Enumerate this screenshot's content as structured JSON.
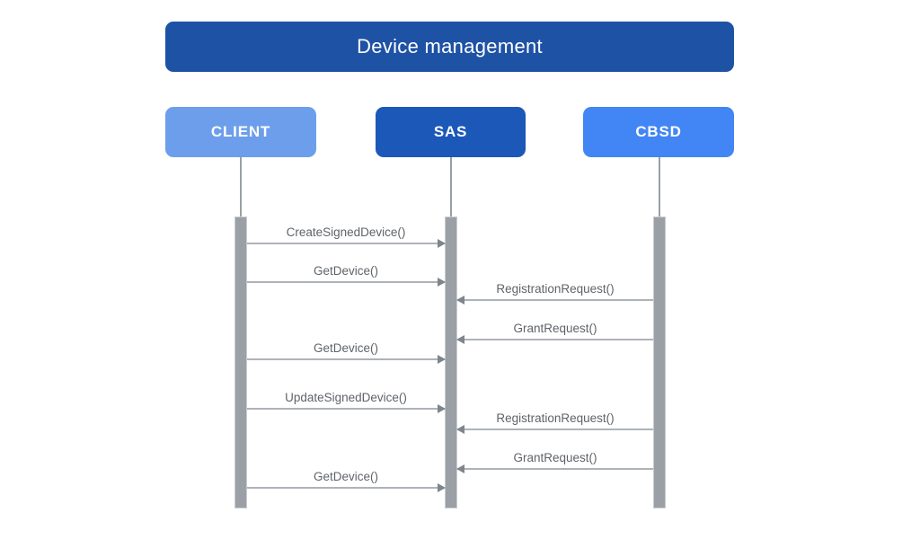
{
  "title": {
    "label": "Device management"
  },
  "actors": [
    {
      "id": "client",
      "label": "CLIENT",
      "color": "#6d9eeb"
    },
    {
      "id": "sas",
      "label": "SAS",
      "color": "#1b58b8"
    },
    {
      "id": "cbsd",
      "label": "CBSD",
      "color": "#4285f4"
    }
  ],
  "messages": [
    {
      "label": "CreateSignedDevice()",
      "from": "CLIENT",
      "to": "SAS",
      "direction": "right"
    },
    {
      "label": "GetDevice()",
      "from": "CLIENT",
      "to": "SAS",
      "direction": "right"
    },
    {
      "label": "RegistrationRequest()",
      "from": "CBSD",
      "to": "SAS",
      "direction": "left"
    },
    {
      "label": "GrantRequest()",
      "from": "CBSD",
      "to": "SAS",
      "direction": "left"
    },
    {
      "label": "GetDevice()",
      "from": "CLIENT",
      "to": "SAS",
      "direction": "right"
    },
    {
      "label": "UpdateSignedDevice()",
      "from": "CLIENT",
      "to": "SAS",
      "direction": "right"
    },
    {
      "label": "RegistrationRequest()",
      "from": "CBSD",
      "to": "SAS",
      "direction": "left"
    },
    {
      "label": "GrantRequest()",
      "from": "CBSD",
      "to": "SAS",
      "direction": "left"
    },
    {
      "label": "GetDevice()",
      "from": "CLIENT",
      "to": "SAS",
      "direction": "right"
    }
  ],
  "colors": {
    "banner": "#1e52a5",
    "client_box": "#6d9eeb",
    "sas_box": "#1b58b8",
    "cbsd_box": "#4285f4",
    "activation_bar": "#9aa0a6",
    "arrow_line": "#aeb3b8",
    "arrowhead": "#7f858b",
    "label_text": "#5f6368"
  }
}
